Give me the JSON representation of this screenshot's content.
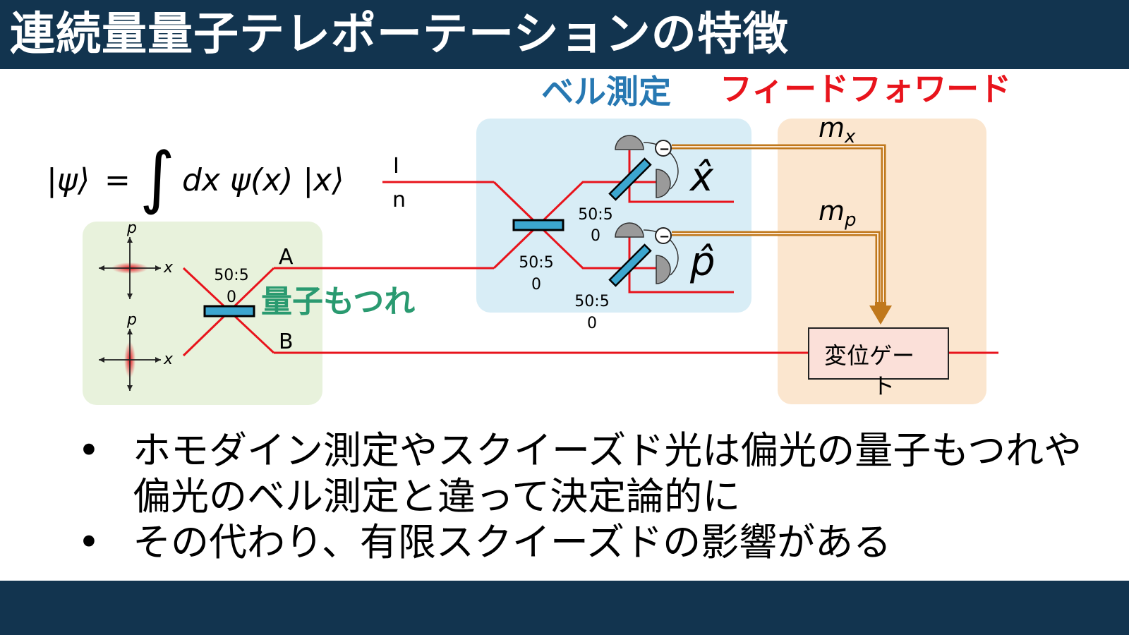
{
  "slide": {
    "title": "連続量量子テレポーテーションの特徴"
  },
  "diagram": {
    "equation": {
      "ket_psi": "|ψ⟩",
      "equals": "=",
      "integral": "∫",
      "body": "dx ψ(x) |x⟩"
    },
    "headers": {
      "bell": "ベル測定",
      "feedforward": "フィードフォワード"
    },
    "labels": {
      "input_line1": "I",
      "input_line2": "n",
      "port_a": "A",
      "port_b": "B",
      "entanglement": "量子もつれ",
      "bs_ratio_line1": "50:5",
      "bs_ratio_line2": "0",
      "meas_x": "x̂",
      "meas_p": "p̂",
      "m_x": "m",
      "m_x_sub": "x",
      "m_p": "m",
      "m_p_sub": "p",
      "gate_line1": "変位ゲー",
      "gate_line2": "ト",
      "minus": "−",
      "axis_x": "x",
      "axis_p": "p"
    },
    "colors": {
      "beam": "#e8141c",
      "splitter": "#3ca6cf",
      "entangle_box": "#e8f2dc",
      "bell_box": "#d8edf6",
      "ff_box": "#fbe6cf",
      "gate_fill": "#fbe0d9",
      "classical_line": "#c0781c",
      "bell_title": "#2778b2",
      "ff_title": "#e8141c",
      "entangle_text": "#2a9a70"
    }
  },
  "bullets": [
    {
      "marker": "•",
      "text": "ホモダイン測定やスクイーズド光は偏光の量子もつれや偏光のベル測定と違って決定論的に"
    },
    {
      "marker": "•",
      "text": "その代わり、有限スクイーズドの影響がある"
    }
  ]
}
